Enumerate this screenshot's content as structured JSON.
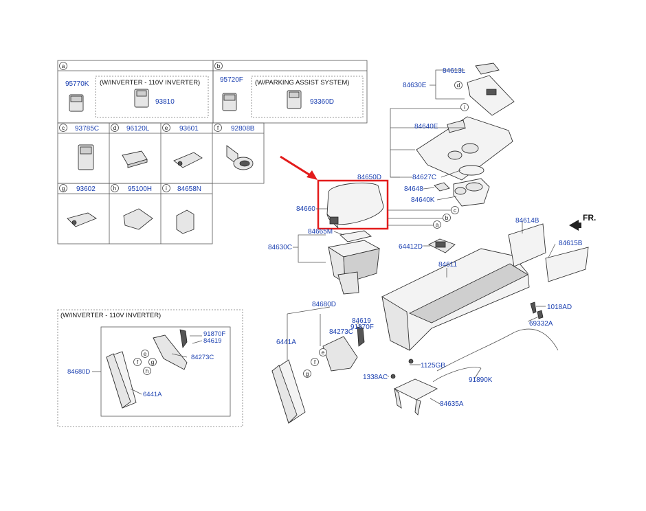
{
  "colors": {
    "part_number": "#1a3fb0",
    "highlight": "#e31b1b",
    "line": "#555555"
  },
  "callout_table": {
    "cells": [
      {
        "letter": "a",
        "parts": [
          "95770K",
          "93810"
        ],
        "note": "(W/INVERTER - 110V INVERTER)"
      },
      {
        "letter": "b",
        "parts": [
          "95720F",
          "93360D"
        ],
        "note": "(W/PARKING ASSIST SYSTEM)"
      },
      {
        "letter": "c",
        "parts": [
          "93785C"
        ]
      },
      {
        "letter": "d",
        "parts": [
          "96120L"
        ]
      },
      {
        "letter": "e",
        "parts": [
          "93601"
        ]
      },
      {
        "letter": "f",
        "parts": [
          "92808B"
        ]
      },
      {
        "letter": "g",
        "parts": [
          "93602"
        ]
      },
      {
        "letter": "h",
        "parts": [
          "95100H"
        ]
      },
      {
        "letter": "i",
        "parts": [
          "84658N"
        ]
      }
    ]
  },
  "inverter_detail": {
    "title": "(W/INVERTER - 110V INVERTER)",
    "labels": [
      "91870F",
      "84619",
      "84273C",
      "84680D",
      "6441A"
    ],
    "circles": [
      "e",
      "f",
      "g",
      "h"
    ]
  },
  "main_labels": {
    "l_84613L": "84613L",
    "l_84630E": "84630E",
    "l_84640E": "84640E",
    "l_84650D": "84650D",
    "l_84627C": "84627C",
    "l_84648": "84648",
    "l_84640K": "84640K",
    "l_84660": "84660",
    "l_84665M": "84665M",
    "l_84630C": "84630C",
    "l_64412D": "64412D",
    "l_84611": "84611",
    "l_84614B": "84614B",
    "l_84615B": "84615B",
    "l_1018AD": "1018AD",
    "l_69332A": "69332A",
    "l_84680D": "84680D",
    "l_84619": "84619",
    "l_91870F": "91870F",
    "l_84273C": "84273C",
    "l_6441A": "6441A",
    "l_1125GB": "1125GB",
    "l_1338AC": "1338AC",
    "l_91890K": "91890K",
    "l_84635A": "84635A",
    "fr": "FR."
  },
  "main_circles": [
    "d",
    "i",
    "c",
    "b",
    "a",
    "e",
    "f",
    "g"
  ]
}
